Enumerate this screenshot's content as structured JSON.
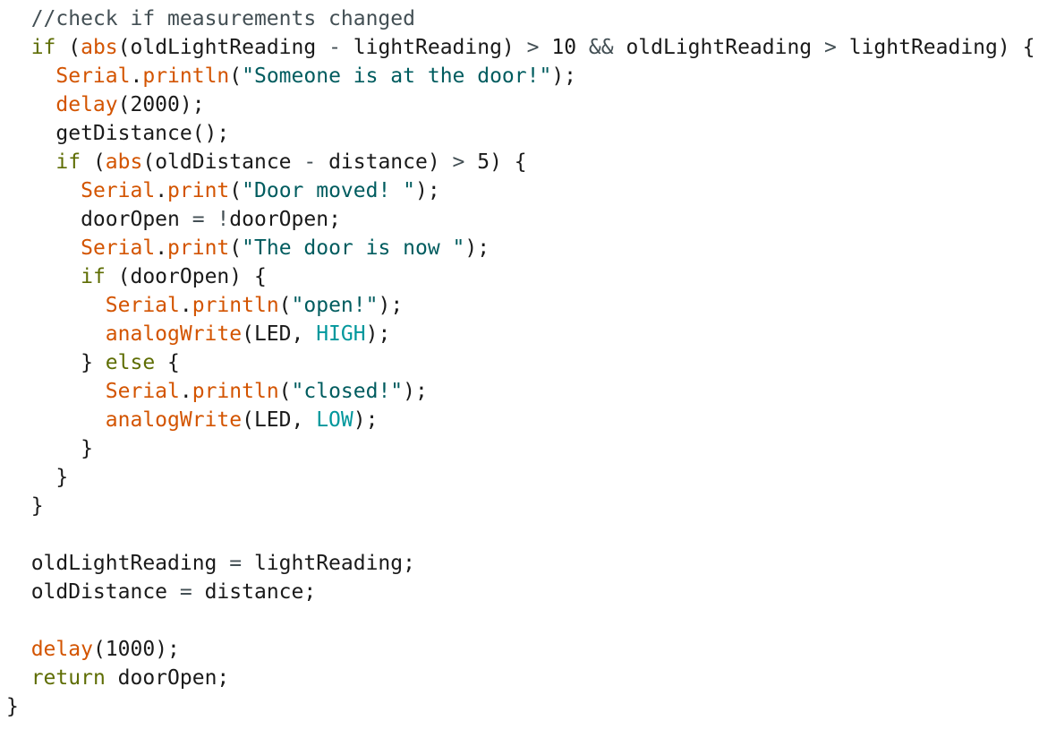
{
  "editor": {
    "colors": {
      "background": "#ffffff",
      "comment": "#434f54",
      "keyword": "#5e6d03",
      "function": "#d35400",
      "string": "#005c5f",
      "constant": "#00979c",
      "operator": "#434f54",
      "text": "#1a1a1a"
    },
    "lines": [
      [
        {
          "t": "  "
        },
        {
          "t": "//check if measurements changed",
          "c": "comment"
        }
      ],
      [
        {
          "t": "  "
        },
        {
          "t": "if",
          "c": "keyword"
        },
        {
          "t": " ("
        },
        {
          "t": "abs",
          "c": "func"
        },
        {
          "t": "(oldLightReading "
        },
        {
          "t": "-",
          "c": "op"
        },
        {
          "t": " lightReading) "
        },
        {
          "t": ">",
          "c": "op"
        },
        {
          "t": " 10 "
        },
        {
          "t": "&&",
          "c": "op"
        },
        {
          "t": " oldLightReading "
        },
        {
          "t": ">",
          "c": "op"
        },
        {
          "t": " lightReading) {"
        }
      ],
      [
        {
          "t": "    "
        },
        {
          "t": "Serial",
          "c": "func"
        },
        {
          "t": "."
        },
        {
          "t": "println",
          "c": "func"
        },
        {
          "t": "("
        },
        {
          "t": "\"Someone is at the door!\"",
          "c": "string"
        },
        {
          "t": ");"
        }
      ],
      [
        {
          "t": "    "
        },
        {
          "t": "delay",
          "c": "func"
        },
        {
          "t": "(2000);"
        }
      ],
      [
        {
          "t": "    getDistance();"
        }
      ],
      [
        {
          "t": "    "
        },
        {
          "t": "if",
          "c": "keyword"
        },
        {
          "t": " ("
        },
        {
          "t": "abs",
          "c": "func"
        },
        {
          "t": "(oldDistance "
        },
        {
          "t": "-",
          "c": "op"
        },
        {
          "t": " distance) "
        },
        {
          "t": ">",
          "c": "op"
        },
        {
          "t": " 5) {"
        }
      ],
      [
        {
          "t": "      "
        },
        {
          "t": "Serial",
          "c": "func"
        },
        {
          "t": "."
        },
        {
          "t": "print",
          "c": "func"
        },
        {
          "t": "("
        },
        {
          "t": "\"Door moved! \"",
          "c": "string"
        },
        {
          "t": ");"
        }
      ],
      [
        {
          "t": "      doorOpen "
        },
        {
          "t": "=",
          "c": "op"
        },
        {
          "t": " "
        },
        {
          "t": "!",
          "c": "op"
        },
        {
          "t": "doorOpen;"
        }
      ],
      [
        {
          "t": "      "
        },
        {
          "t": "Serial",
          "c": "func"
        },
        {
          "t": "."
        },
        {
          "t": "print",
          "c": "func"
        },
        {
          "t": "("
        },
        {
          "t": "\"The door is now \"",
          "c": "string"
        },
        {
          "t": ");"
        }
      ],
      [
        {
          "t": "      "
        },
        {
          "t": "if",
          "c": "keyword"
        },
        {
          "t": " (doorOpen) {"
        }
      ],
      [
        {
          "t": "        "
        },
        {
          "t": "Serial",
          "c": "func"
        },
        {
          "t": "."
        },
        {
          "t": "println",
          "c": "func"
        },
        {
          "t": "("
        },
        {
          "t": "\"open!\"",
          "c": "string"
        },
        {
          "t": ");"
        }
      ],
      [
        {
          "t": "        "
        },
        {
          "t": "analogWrite",
          "c": "func"
        },
        {
          "t": "(LED, "
        },
        {
          "t": "HIGH",
          "c": "const"
        },
        {
          "t": ");"
        }
      ],
      [
        {
          "t": "      } "
        },
        {
          "t": "else",
          "c": "keyword"
        },
        {
          "t": " {"
        }
      ],
      [
        {
          "t": "        "
        },
        {
          "t": "Serial",
          "c": "func"
        },
        {
          "t": "."
        },
        {
          "t": "println",
          "c": "func"
        },
        {
          "t": "("
        },
        {
          "t": "\"closed!\"",
          "c": "string"
        },
        {
          "t": ");"
        }
      ],
      [
        {
          "t": "        "
        },
        {
          "t": "analogWrite",
          "c": "func"
        },
        {
          "t": "(LED, "
        },
        {
          "t": "LOW",
          "c": "const"
        },
        {
          "t": ");"
        }
      ],
      [
        {
          "t": "      }"
        }
      ],
      [
        {
          "t": "    }"
        }
      ],
      [
        {
          "t": "  }"
        }
      ],
      [
        {
          "t": ""
        }
      ],
      [
        {
          "t": "  oldLightReading "
        },
        {
          "t": "=",
          "c": "op"
        },
        {
          "t": " lightReading;"
        }
      ],
      [
        {
          "t": "  oldDistance "
        },
        {
          "t": "=",
          "c": "op"
        },
        {
          "t": " distance;"
        }
      ],
      [
        {
          "t": ""
        }
      ],
      [
        {
          "t": "  "
        },
        {
          "t": "delay",
          "c": "func"
        },
        {
          "t": "(1000);"
        }
      ],
      [
        {
          "t": "  "
        },
        {
          "t": "return",
          "c": "keyword"
        },
        {
          "t": " doorOpen;"
        }
      ],
      [
        {
          "t": "}"
        }
      ]
    ]
  }
}
